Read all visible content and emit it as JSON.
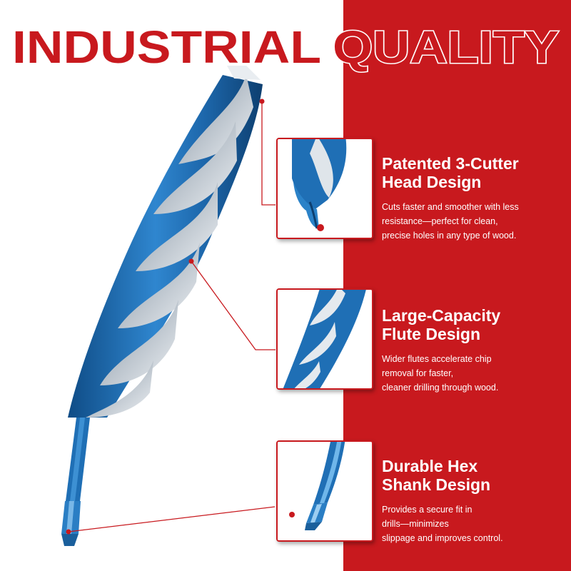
{
  "headline": {
    "word1": "INDUSTRIAL",
    "word2": "QUALITY"
  },
  "colors": {
    "brand_red": "#c8191e",
    "drill_blue": "#1f6fb5",
    "steel": "#d7dde3",
    "text_white": "#ffffff"
  },
  "features": [
    {
      "title": "Patented 3-Cutter\nHead Design",
      "description": "Cuts faster and smoother with less\nresistance—perfect for clean,\nprecise holes in any type of wood.",
      "thumbnail": "cutter-head-closeup"
    },
    {
      "title": "Large-Capacity\nFlute Design",
      "description": "Wider flutes accelerate chip\nremoval for faster,\ncleaner drilling through wood.",
      "thumbnail": "flute-closeup"
    },
    {
      "title": "Durable Hex\nShank Design",
      "description": "Provides a secure fit in\ndrills—minimizes\nslippage and improves control.",
      "thumbnail": "hex-shank-closeup"
    }
  ]
}
